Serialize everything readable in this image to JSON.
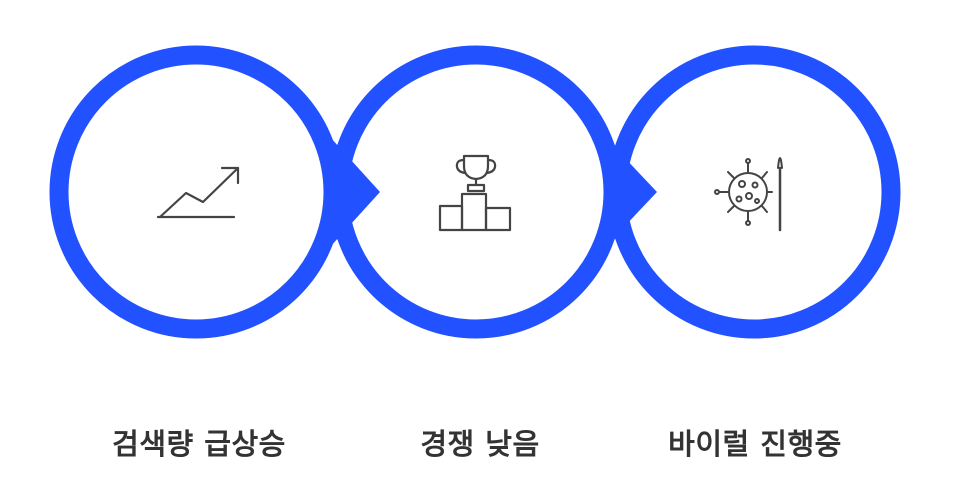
{
  "colors": {
    "ring": "#2251ff",
    "icon": "#444444",
    "label": "#333333",
    "background": "#ffffff"
  },
  "steps": [
    {
      "label": "검색량 급상승",
      "icon": "trend-up-icon"
    },
    {
      "label": "경쟁 낮음",
      "icon": "trophy-podium-icon"
    },
    {
      "label": "바이럴 진행중",
      "icon": "virus-needle-icon"
    }
  ]
}
